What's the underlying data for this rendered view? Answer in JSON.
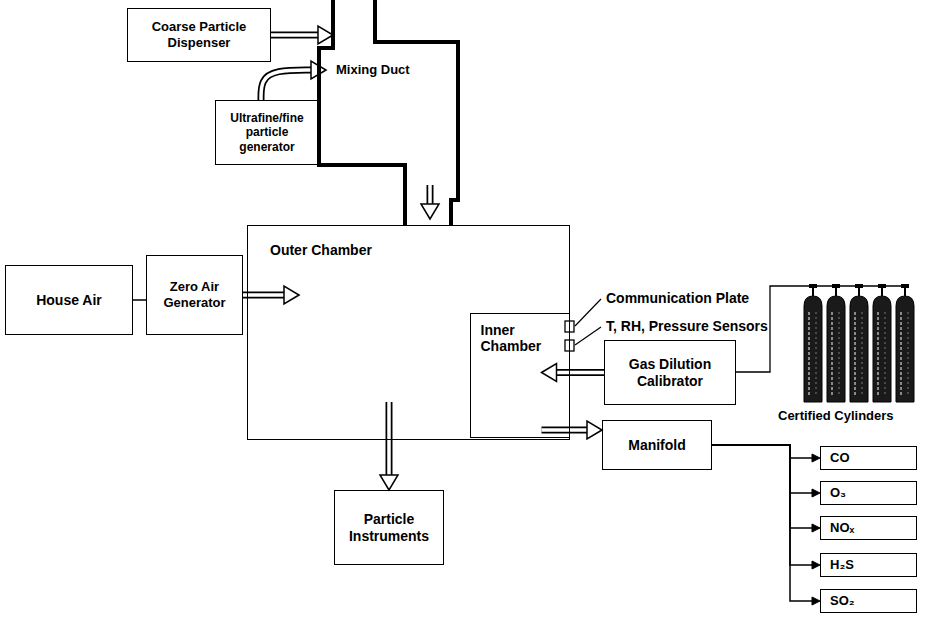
{
  "diagram": {
    "nodes": [
      {
        "text": [
          "Coarse Particle Dispenser"
        ]
      },
      {
        "text": [
          "Mixing Duct"
        ]
      },
      {
        "text": [
          "Ultrafine/fine particle generator"
        ]
      },
      {
        "text": [
          "House Air"
        ]
      },
      {
        "text": [
          "Zero Air Generator"
        ]
      },
      {
        "text": [
          "Outer Chamber"
        ]
      },
      {
        "text": [
          "Inner Chamber"
        ],
        "in": 5
      },
      {
        "text": [
          "Gas Dilution Calibrator"
        ]
      },
      {
        "text": [
          "Manifold"
        ]
      },
      {
        "text": [
          "Particle Instruments"
        ]
      },
      {
        "text": [
          "CO"
        ]
      },
      {
        "text": [
          "O₃"
        ]
      },
      {
        "text": [
          "NOₓ"
        ]
      },
      {
        "text": [
          "H₂S"
        ]
      },
      {
        "text": [
          "SO₂"
        ]
      }
    ],
    "edges": [
      {
        "from": 3,
        "to": 4,
        "arrow": "none"
      },
      {
        "from": 4,
        "to": 5,
        "arrow": "to"
      },
      {
        "from": 0,
        "to": 1,
        "arrow": "to"
      },
      {
        "from": 2,
        "to": 1,
        "arrow": "to"
      },
      {
        "from": 1,
        "to": 5,
        "arrow": "to"
      },
      {
        "from": 7,
        "to": 6,
        "arrow": "to"
      },
      {
        "from": 6,
        "to": 8,
        "arrow": "to"
      },
      {
        "from": 5,
        "to": 9,
        "arrow": "to"
      },
      {
        "from": 8,
        "to": 10,
        "arrow": "to"
      },
      {
        "from": 8,
        "to": 11,
        "arrow": "to"
      },
      {
        "from": 8,
        "to": 12,
        "arrow": "to"
      },
      {
        "from": 8,
        "to": 13,
        "arrow": "to"
      },
      {
        "from": 8,
        "to": 14,
        "arrow": "to"
      }
    ],
    "labels": [
      "Communication Plate",
      "T, RH, Pressure Sensors",
      "Certified Cylinders"
    ]
  }
}
